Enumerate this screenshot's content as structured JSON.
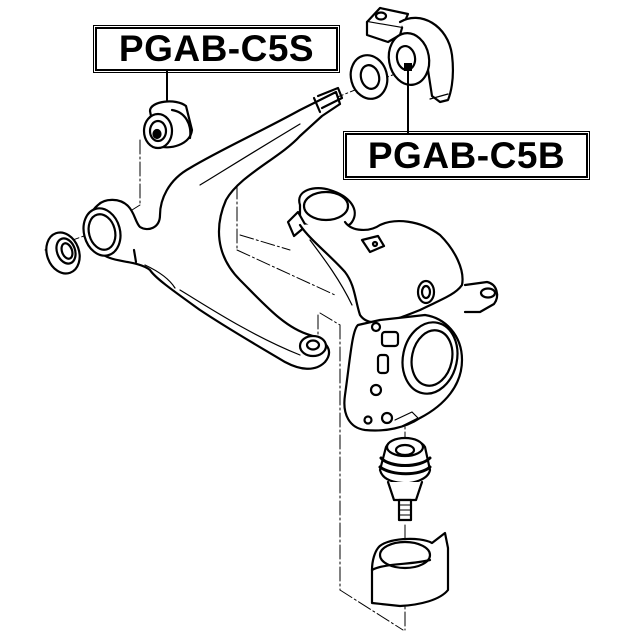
{
  "diagram": {
    "type": "exploded-parts-diagram",
    "subject": "front lower control arm and steering knuckle assembly",
    "line_color": "#000000",
    "background": "#ffffff"
  },
  "labels": [
    {
      "id": "c5s",
      "text": "PGAB-C5S",
      "points_to": "front control arm bushing (vertical)"
    },
    {
      "id": "c5b",
      "text": "PGAB-C5B",
      "points_to": "rear control arm bushing with bracket"
    }
  ],
  "parts": [
    {
      "name": "control-arm-bushing-small"
    },
    {
      "name": "rear-bushing-with-bracket"
    },
    {
      "name": "washer"
    },
    {
      "name": "seal-washer"
    },
    {
      "name": "lower-control-arm"
    },
    {
      "name": "steering-knuckle"
    },
    {
      "name": "ball-joint"
    },
    {
      "name": "ball-joint-boot-shield"
    }
  ]
}
